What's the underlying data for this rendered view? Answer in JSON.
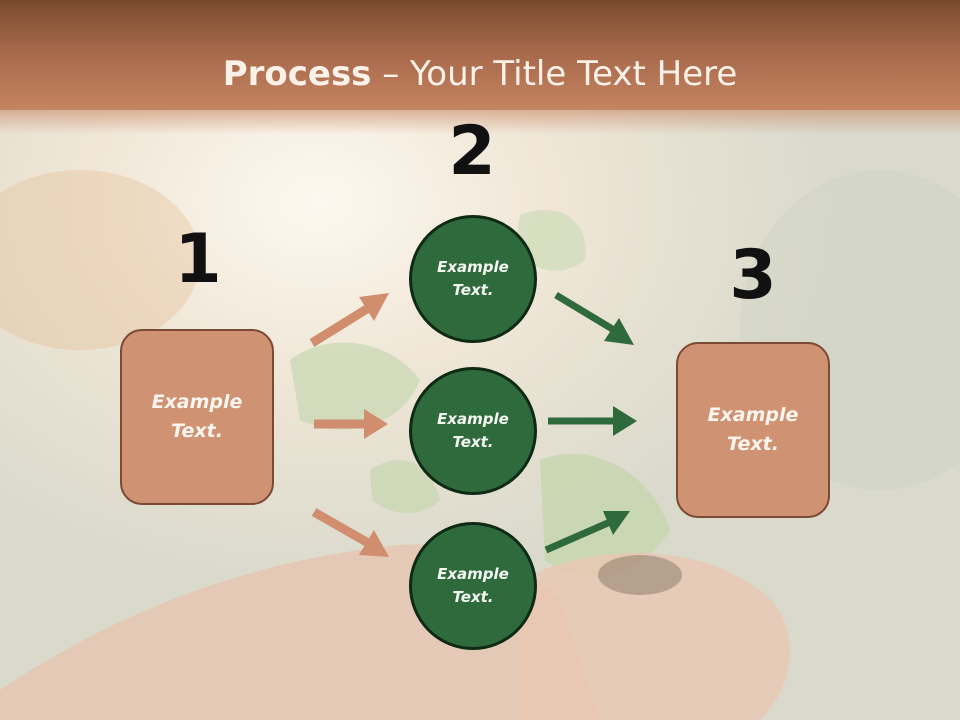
{
  "slide": {
    "title_bold": "Process",
    "title_rest": " – Your Title Text Here"
  },
  "steps": {
    "n1": "1",
    "n2": "2",
    "n3": "3"
  },
  "left_box": {
    "line1": "Example",
    "line2": "Text."
  },
  "right_box": {
    "line1": "Example",
    "line2": "Text."
  },
  "circles": [
    {
      "line1": "Example",
      "line2": "Text."
    },
    {
      "line1": "Example",
      "line2": "Text."
    },
    {
      "line1": "Example",
      "line2": "Text."
    }
  ],
  "colors": {
    "title_band": "#a5684a",
    "box_fill": "#cf9273",
    "circle_fill": "#2f6a3c",
    "arrow_tan": "#d08e6e",
    "arrow_green": "#2f6a3c"
  }
}
